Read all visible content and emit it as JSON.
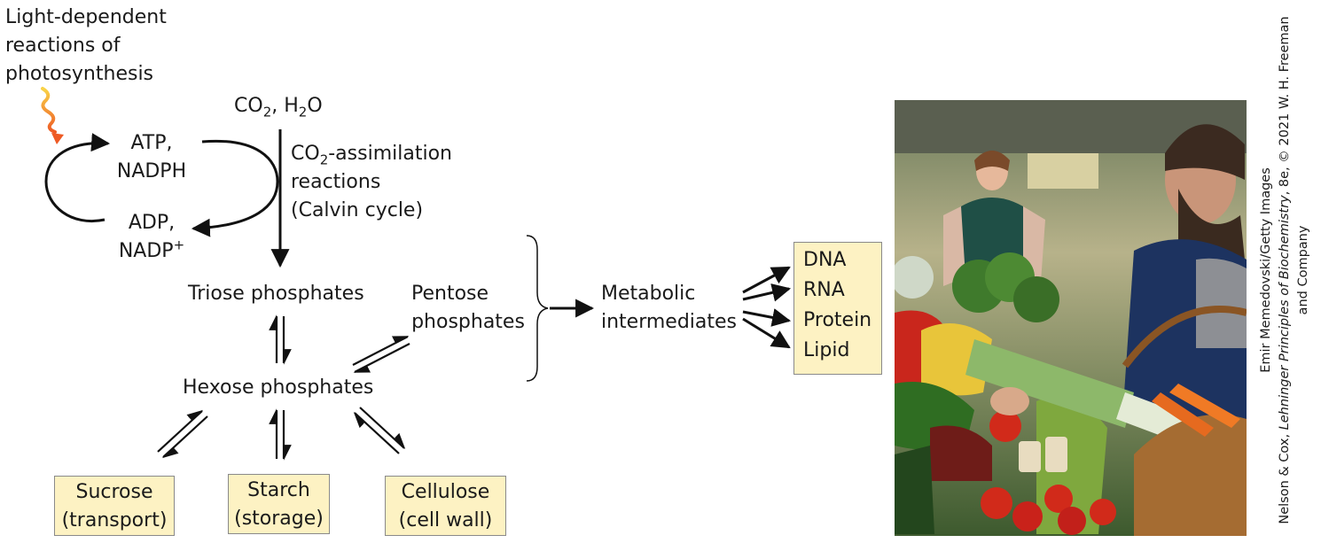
{
  "light": {
    "line1": "Light-dependent",
    "line2": "reactions of",
    "line3": "photosynthesis"
  },
  "cycle": {
    "atp_line1": "ATP,",
    "atp_line2": "NADPH",
    "adp_line1": "ADP,",
    "adp_line2": "NADP",
    "adp_sup": "+"
  },
  "inputs": {
    "co2": "CO",
    "co2_sub": "2",
    "sep": ", H",
    "h2o_sub": "2",
    "h2o_o": "O"
  },
  "assimilation": {
    "line1_a": "CO",
    "line1_sub": "2",
    "line1_b": "-assimilation",
    "line2": "reactions",
    "line3": "(Calvin cycle)"
  },
  "nodes": {
    "triose": "Triose phosphates",
    "hexose": "Hexose phosphates",
    "pentose_line1": "Pentose",
    "pentose_line2": "phosphates",
    "metabolic_line1": "Metabolic",
    "metabolic_line2": "intermediates"
  },
  "products": {
    "items": [
      "DNA",
      "RNA",
      "Protein",
      "Lipid"
    ]
  },
  "storage": {
    "sucrose_line1": "Sucrose",
    "sucrose_line2": "(transport)",
    "starch_line1": "Starch",
    "starch_line2": "(storage)",
    "cellulose_line1": "Cellulose",
    "cellulose_line2": "(cell wall)"
  },
  "credit": {
    "line1": "Emir Memedovski/Getty Images",
    "line2_a": "Nelson & Cox, ",
    "line2_italic": "Lehninger Principles of Biochemistry",
    "line2_b": ", 8e, © 2021 W. H. Freeman",
    "line3": "and Company"
  },
  "colors": {
    "box_fill": "#fdf2c3",
    "arrow": "#111111",
    "sun_wave": "#f7a823"
  }
}
